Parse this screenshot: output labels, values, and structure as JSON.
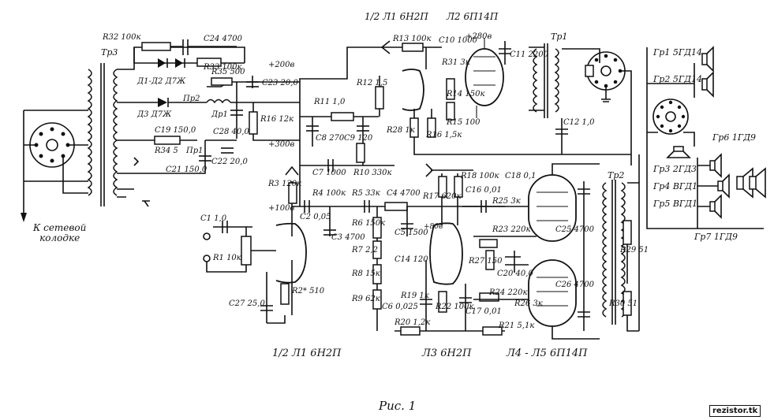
{
  "caption": "Рис. 1",
  "watermark": "rezistor.tk",
  "tube_titles": {
    "v1a": "1/2 Л1 6Н2П",
    "v1b": "1/2 Л1 6Н2П",
    "v2": "Л2 6П14П",
    "v3": "Л3 6Н2П",
    "v45": "Л4 - Л5 6П14П"
  },
  "net_labels": {
    "mains": "К сетевой\nколодке",
    "plus200": "+200в",
    "plus300": "+300в",
    "plus100": "+100в",
    "plus280": "+280в",
    "plus80": "+80в"
  },
  "transformers": {
    "tr1": "Тр1",
    "tr2": "Тр2",
    "tr3": "Тр3"
  },
  "speakers": [
    "Гр1 5ГД14",
    "Гр2 5ГД14",
    "Гр3 2ГД3",
    "Гр4 ВГД1",
    "Гр5 ВГД1",
    "Гр6 1ГД9",
    "Гр7 1ГД9"
  ],
  "components": [
    {
      "id": "R32",
      "text": "R32 100к"
    },
    {
      "id": "C24",
      "text": "C24 4700"
    },
    {
      "id": "R33",
      "text": "R33 100к"
    },
    {
      "id": "D1D2",
      "text": "Д1-Д2 Д7Ж"
    },
    {
      "id": "D3",
      "text": "Д3 Д7Ж"
    },
    {
      "id": "R35",
      "text": "R35 500"
    },
    {
      "id": "Pr2",
      "text": "Пр2"
    },
    {
      "id": "Dr1",
      "text": "Др1"
    },
    {
      "id": "C23",
      "text": "C23 20,0"
    },
    {
      "id": "R16",
      "text": "R16 12к"
    },
    {
      "id": "C19",
      "text": "C19 150,0"
    },
    {
      "id": "C28",
      "text": "C28 40,0"
    },
    {
      "id": "C22",
      "text": "C22 20,0"
    },
    {
      "id": "R34",
      "text": "R34 5"
    },
    {
      "id": "Pr1",
      "text": "Пр1"
    },
    {
      "id": "C21",
      "text": "C21 150,0"
    },
    {
      "id": "R11",
      "text": "R11 1,0"
    },
    {
      "id": "R12",
      "text": "R12 1,5"
    },
    {
      "id": "C8",
      "text": "C8 270"
    },
    {
      "id": "C9",
      "text": "C9 120"
    },
    {
      "id": "C7",
      "text": "C7 1000"
    },
    {
      "id": "R10",
      "text": "R10 330к"
    },
    {
      "id": "R13",
      "text": "R13 100к"
    },
    {
      "id": "C10",
      "text": "C10 1000"
    },
    {
      "id": "R31",
      "text": "R31 3к"
    },
    {
      "id": "R14",
      "text": "R14 150к"
    },
    {
      "id": "R15",
      "text": "R15 100"
    },
    {
      "id": "C11",
      "text": "C11 2200"
    },
    {
      "id": "C12",
      "text": "C12 1,0"
    },
    {
      "id": "R28",
      "text": "R28 1к"
    },
    {
      "id": "R16b",
      "text": "R16 1,5к"
    },
    {
      "id": "R3",
      "text": "R3 120к"
    },
    {
      "id": "R4",
      "text": "R4 100к"
    },
    {
      "id": "R5",
      "text": "R5 33к"
    },
    {
      "id": "C4",
      "text": "C4 4700"
    },
    {
      "id": "C2",
      "text": "C2 0,05"
    },
    {
      "id": "C3",
      "text": "C3 4700"
    },
    {
      "id": "C1",
      "text": "C1 1,0"
    },
    {
      "id": "R1",
      "text": "R1 10к"
    },
    {
      "id": "C27",
      "text": "C27 25,0"
    },
    {
      "id": "R2",
      "text": "R2* 510"
    },
    {
      "id": "R6",
      "text": "R6 150к"
    },
    {
      "id": "R7",
      "text": "R7 2,2"
    },
    {
      "id": "R8",
      "text": "R8 15к"
    },
    {
      "id": "R9",
      "text": "R9 62к"
    },
    {
      "id": "C5",
      "text": "C5 1500"
    },
    {
      "id": "C14",
      "text": "C14 120"
    },
    {
      "id": "C6",
      "text": "C6 0,025"
    },
    {
      "id": "R19",
      "text": "R19 1к"
    },
    {
      "id": "R20",
      "text": "R20 1,2к"
    },
    {
      "id": "R17",
      "text": "R17 620к"
    },
    {
      "id": "R18",
      "text": "R18 100к"
    },
    {
      "id": "C16",
      "text": "C16 0,01"
    },
    {
      "id": "C18",
      "text": "C18 0,1"
    },
    {
      "id": "R25",
      "text": "R25 3к"
    },
    {
      "id": "R23",
      "text": "R23 220к"
    },
    {
      "id": "R27",
      "text": "R27 150"
    },
    {
      "id": "C20",
      "text": "C20 40,0"
    },
    {
      "id": "R22",
      "text": "R22 100к"
    },
    {
      "id": "C17",
      "text": "C17 0,01"
    },
    {
      "id": "R24",
      "text": "R24 220к"
    },
    {
      "id": "R26",
      "text": "R26 3к"
    },
    {
      "id": "R21",
      "text": "R21 5,1к"
    },
    {
      "id": "C25",
      "text": "C25 4700"
    },
    {
      "id": "C26",
      "text": "C26 4700"
    },
    {
      "id": "R29",
      "text": "R29 51"
    },
    {
      "id": "R30",
      "text": "R30 51"
    }
  ]
}
